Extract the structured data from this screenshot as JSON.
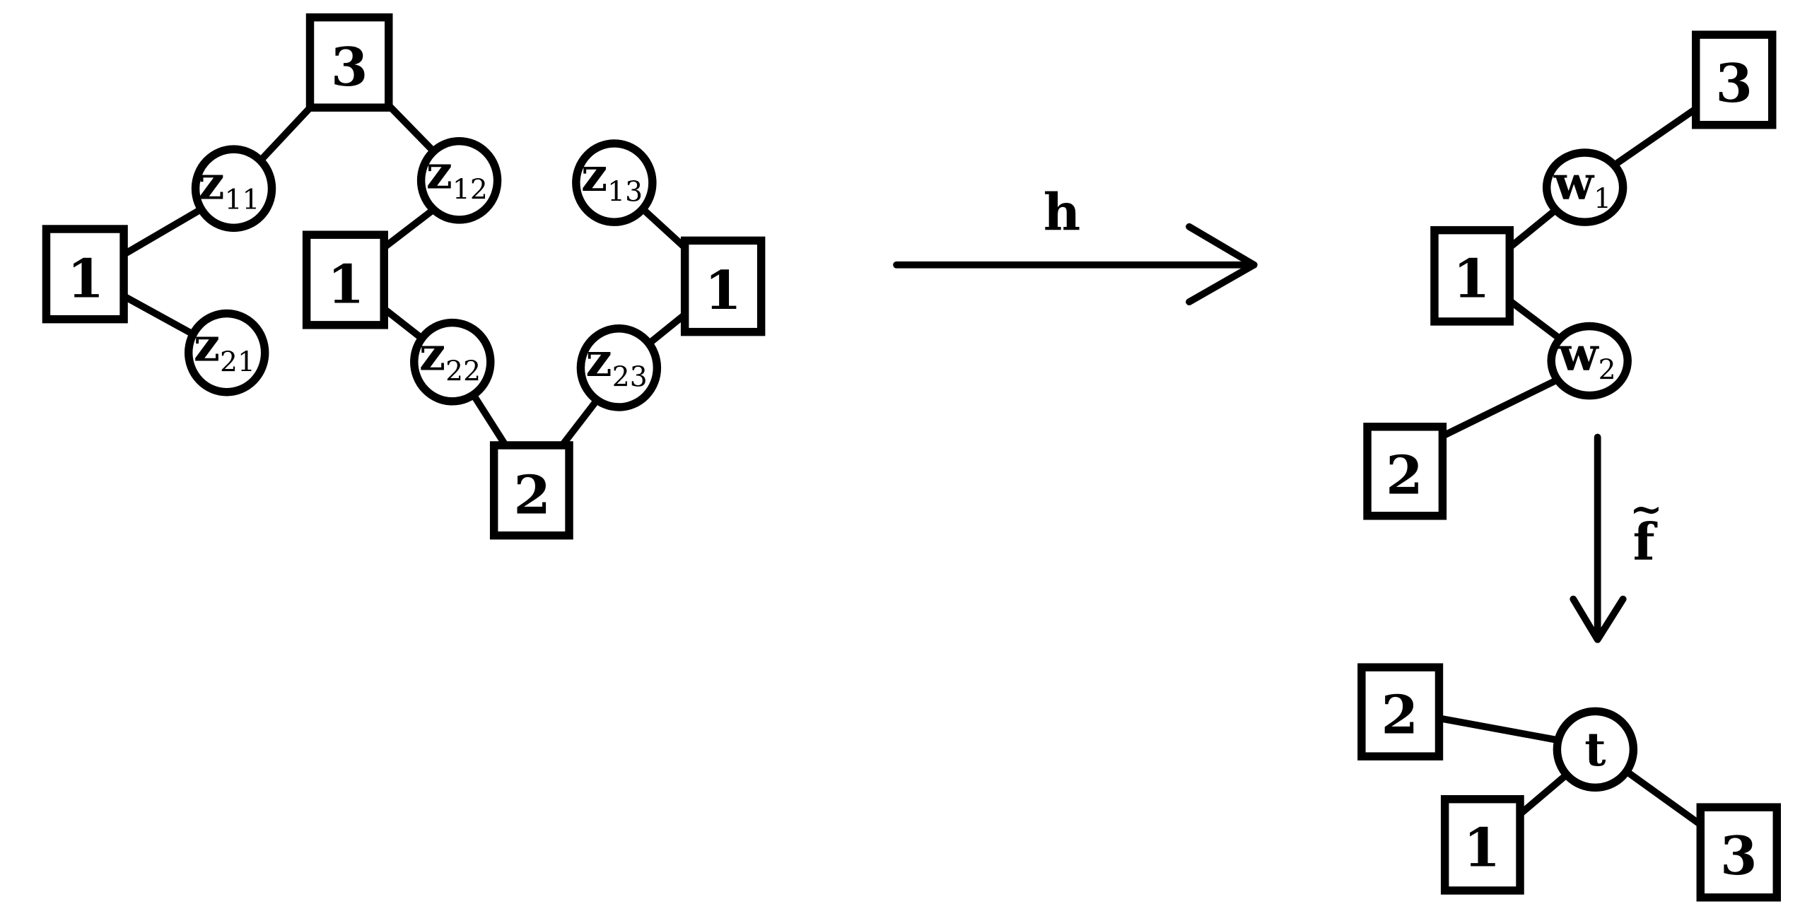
{
  "diagram": {
    "left_graph": {
      "boxes": [
        {
          "id": "box-top-3",
          "label": "3"
        },
        {
          "id": "box-left-1",
          "label": "1"
        },
        {
          "id": "box-mid-1",
          "label": "1"
        },
        {
          "id": "box-bottom-2",
          "label": "2"
        },
        {
          "id": "box-right-1",
          "label": "1"
        }
      ],
      "circles": [
        {
          "id": "z11",
          "base": "z",
          "sub": "11"
        },
        {
          "id": "z21",
          "base": "z",
          "sub": "21"
        },
        {
          "id": "z12",
          "base": "z",
          "sub": "12"
        },
        {
          "id": "z22",
          "base": "z",
          "sub": "22"
        },
        {
          "id": "z13",
          "base": "z",
          "sub": "13"
        },
        {
          "id": "z23",
          "base": "z",
          "sub": "23"
        }
      ]
    },
    "map_h": {
      "label": "h"
    },
    "right_graph": {
      "boxes": [
        {
          "id": "box-3",
          "label": "3"
        },
        {
          "id": "box-1",
          "label": "1"
        },
        {
          "id": "box-2",
          "label": "2"
        }
      ],
      "circles": [
        {
          "id": "w1",
          "base": "w",
          "sub": "1"
        },
        {
          "id": "w2",
          "base": "w",
          "sub": "2"
        }
      ]
    },
    "map_f": {
      "label": "f",
      "accent": "~"
    },
    "bottom_graph": {
      "boxes": [
        {
          "id": "box-2",
          "label": "2"
        },
        {
          "id": "box-1",
          "label": "1"
        },
        {
          "id": "box-3",
          "label": "3"
        }
      ],
      "circles": [
        {
          "id": "t",
          "base": "t"
        }
      ]
    }
  }
}
